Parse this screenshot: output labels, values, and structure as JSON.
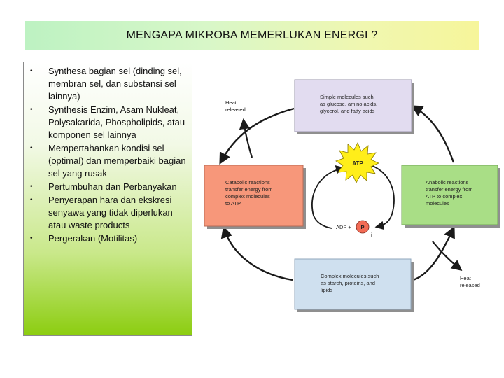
{
  "title": "MENGAPA MIKROBA MEMERLUKAN ENERGI ?",
  "bullets": [
    "Synthesa bagian sel (dinding sel, membran sel, dan substansi sel lainnya)",
    "Synthesis Enzim, Asam Nukleat, Polysakarida, Phospholipids, atau komponen sel lainnya",
    "Mempertahankan kondisi sel (optimal) dan memperbaiki bagian sel yang rusak",
    "Pertumbuhan dan Perbanyakan",
    "Penyerapan hara dan ekskresi senyawa yang tidak diperlukan atau waste products",
    "Pergerakan (Motilitas)"
  ],
  "bullet_symbol": "•",
  "diagram": {
    "simple": [
      "Simple molecules such",
      "as glucose, amino acids,",
      "glycerol, and fatty acids"
    ],
    "catabolic": [
      "Catabolic reactions",
      "transfer energy from",
      "complex molecules",
      "to ATP"
    ],
    "anabolic": [
      "Anabolic reactions",
      "transfer energy from",
      "ATP to complex",
      "molecules"
    ],
    "complex": [
      "Complex molecules such",
      "as starch, proteins, and",
      "lipids"
    ],
    "heat_left": [
      "Heat",
      "released"
    ],
    "heat_right": [
      "Heat",
      "released"
    ],
    "atp": "ATP",
    "adp": "ADP +",
    "p": "P",
    "i": "i"
  },
  "colors": {
    "simple_box": "#e2dcf0",
    "catabolic_box": "#f7977a",
    "anabolic_box": "#a9de86",
    "complex_box": "#cfe0ef",
    "atp_star": "#ffee1a",
    "p_circle": "#f26b55"
  }
}
